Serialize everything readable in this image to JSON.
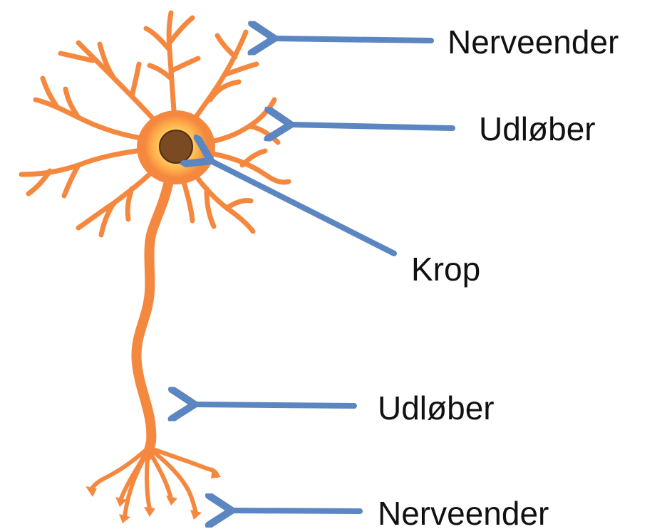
{
  "labels": {
    "top_endings": "Nerveender",
    "top_processes": "Udløber",
    "body": "Krop",
    "lower_process": "Udløber",
    "bottom_endings": "Nerveender"
  },
  "colors": {
    "neuron": "#F5883F",
    "soma_glow_inner": "#FFE08A",
    "soma_glow_outer": "#F5883F",
    "nucleus": "#7A4A22",
    "arrow": "#5B86C2",
    "text": "#111111"
  }
}
